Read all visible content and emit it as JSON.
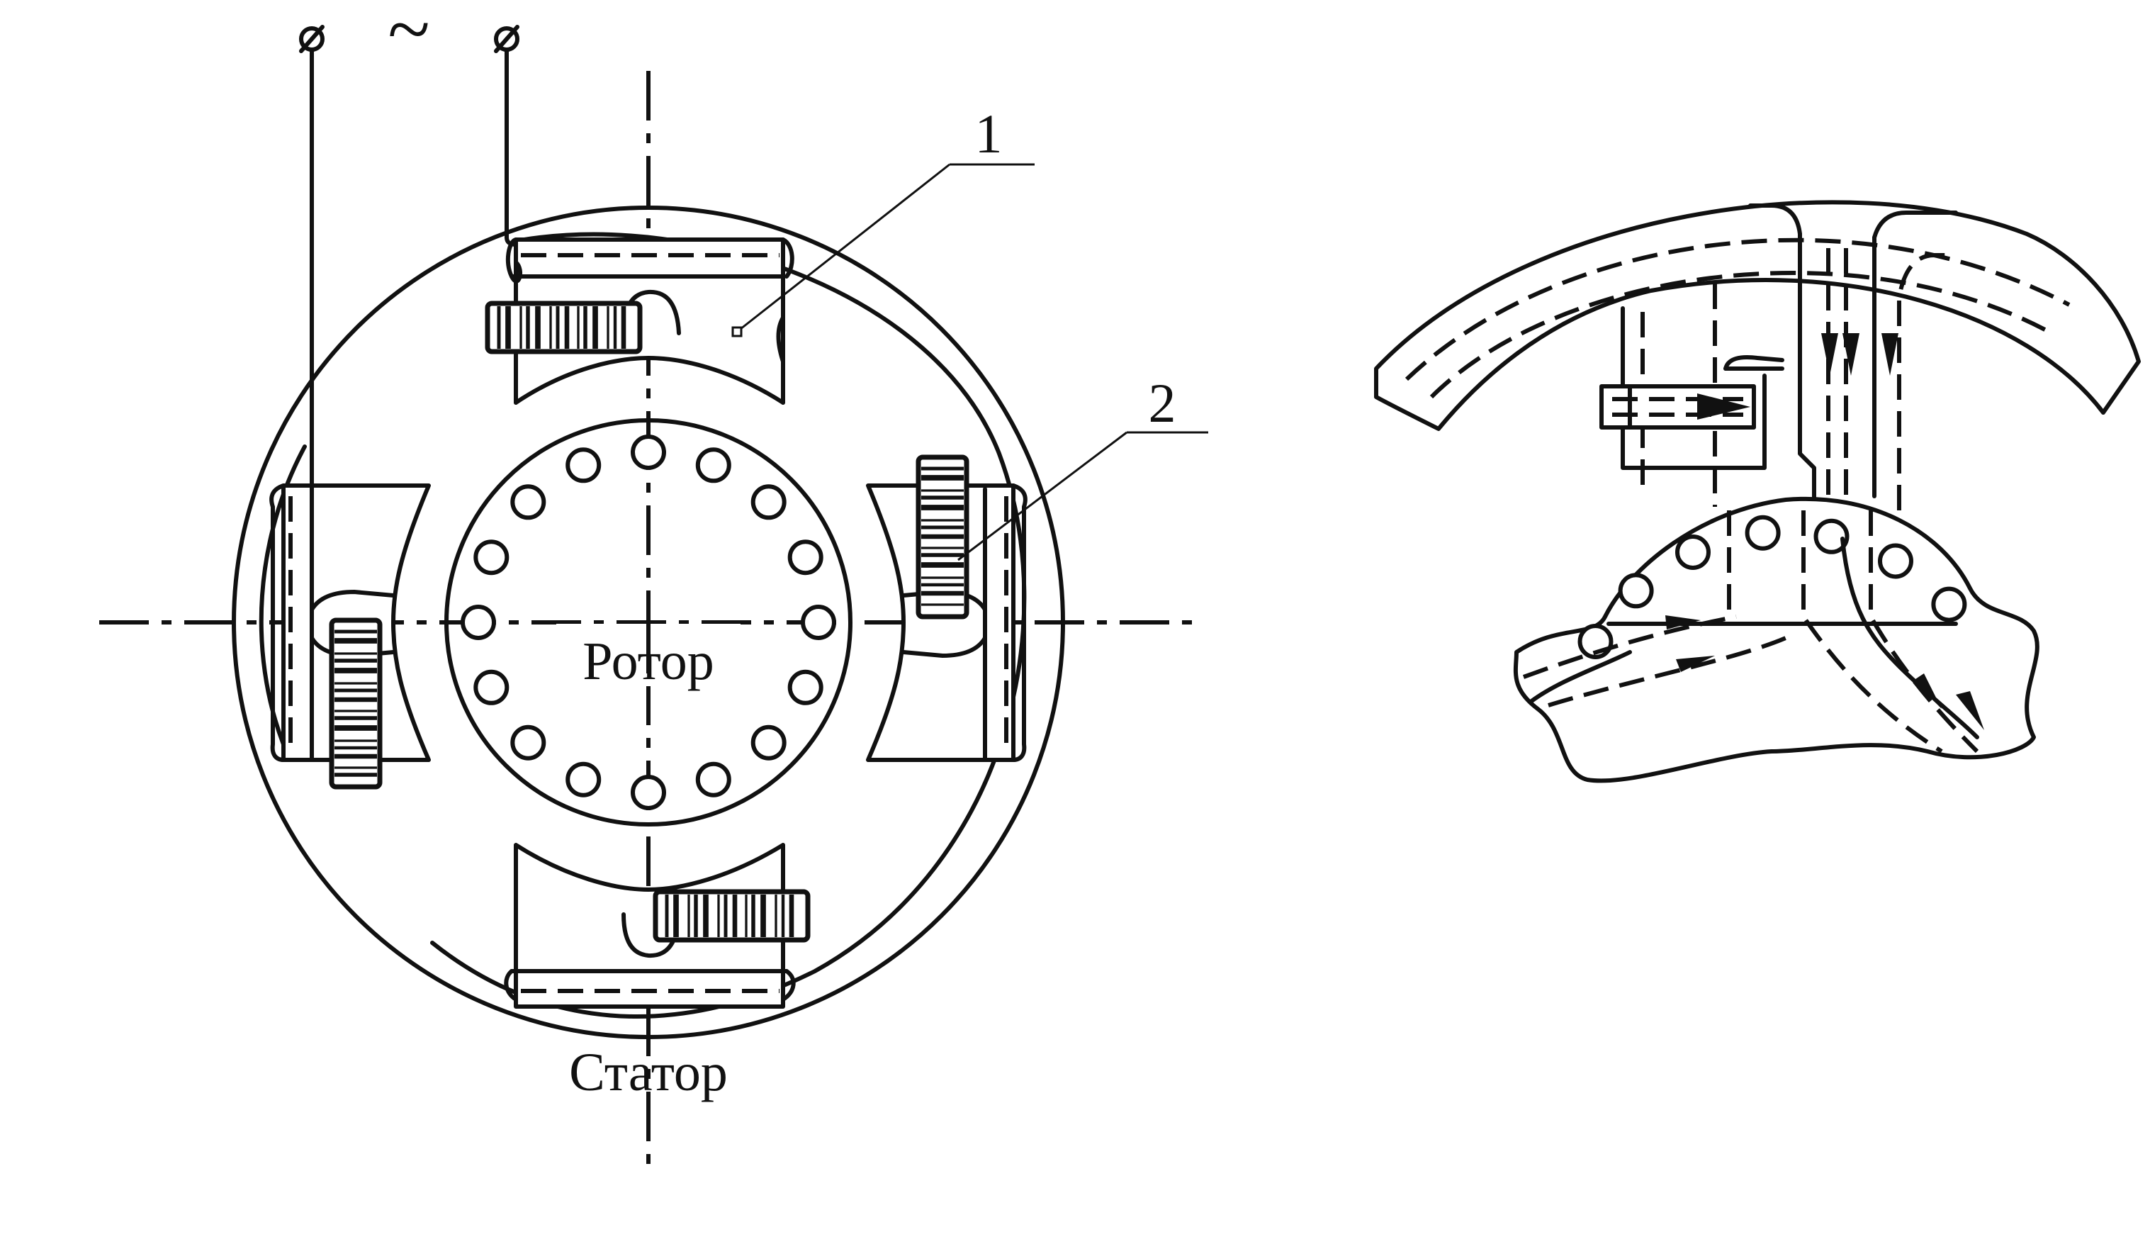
{
  "labels": {
    "ac_symbol": "~",
    "callout_1": "1",
    "callout_2": "2",
    "rotor": "Ротор",
    "stator": "Статор"
  }
}
